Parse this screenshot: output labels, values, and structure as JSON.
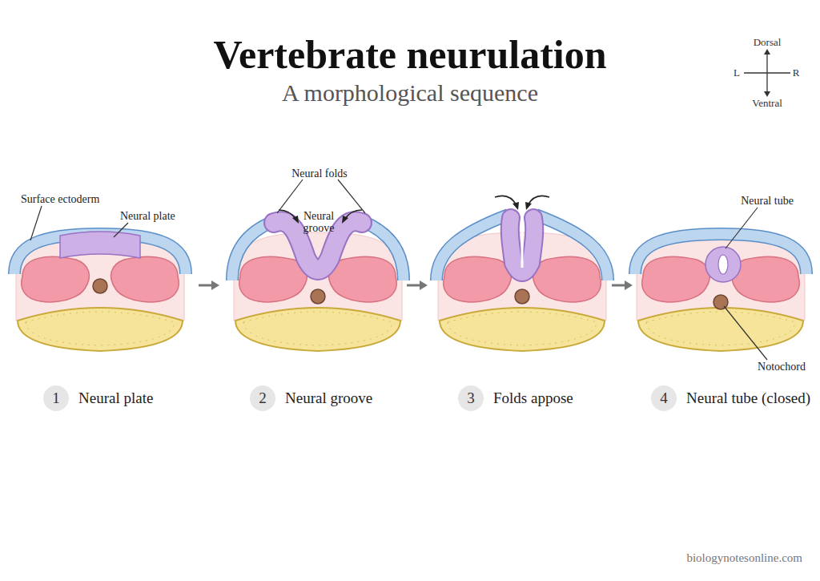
{
  "diagram": {
    "title": "Vertebrate neurulation",
    "nodes": [
      {
        "text": [
          "1",
          "Neural plate"
        ]
      },
      {
        "text": [
          "2",
          "Neural groove"
        ]
      },
      {
        "text": [
          "3",
          "Folds appose"
        ]
      },
      {
        "text": [
          "4",
          "Neural tube (closed)"
        ]
      }
    ],
    "labels": [
      "A morphological sequence",
      "Dorsal",
      "L",
      "R",
      "Ventral",
      "Surface ectoderm",
      "Neural plate",
      "Neural folds",
      "Neural groove",
      "Neural tube",
      "Notochord",
      "biologynotesonline.com"
    ]
  }
}
